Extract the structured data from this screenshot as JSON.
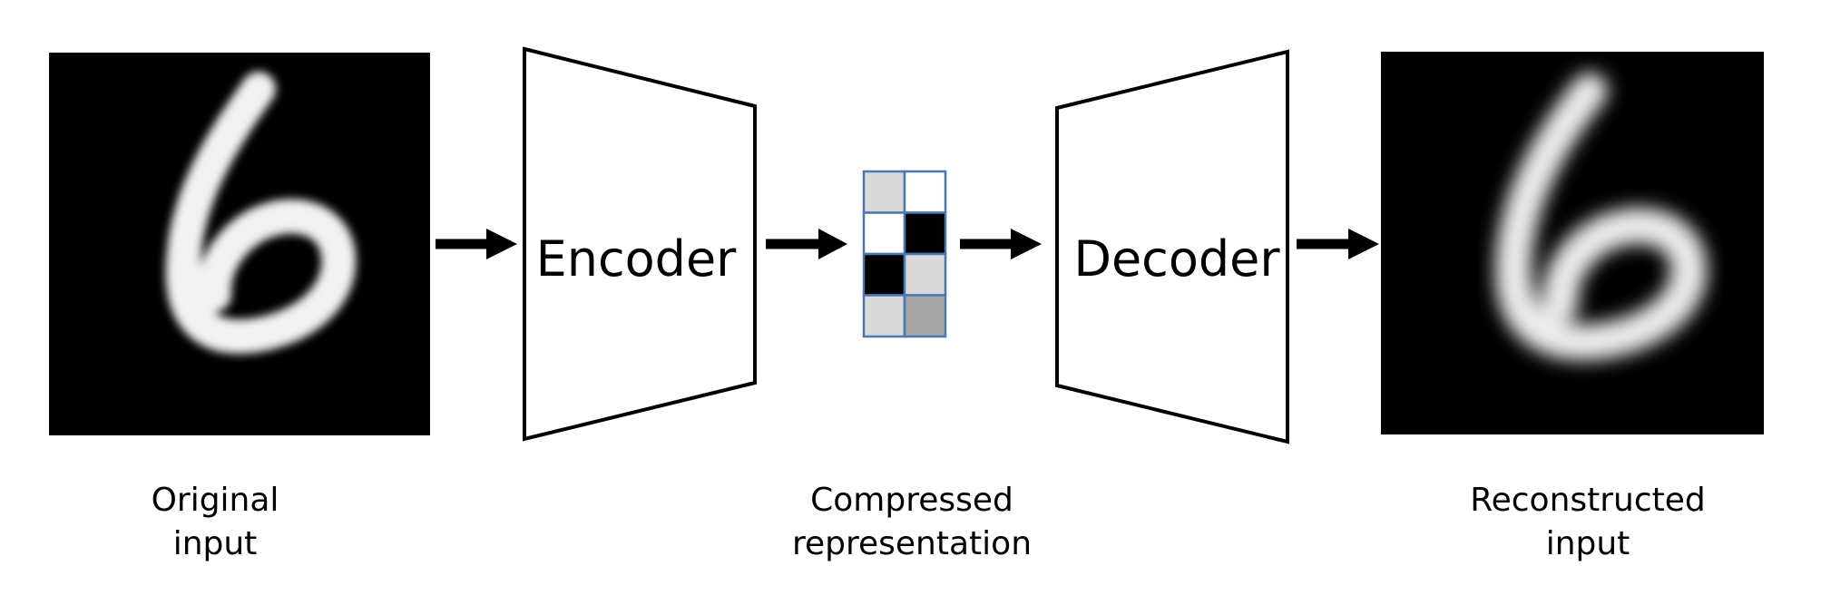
{
  "encoder_label": "Encoder",
  "decoder_label": "Decoder",
  "captions": {
    "original": [
      "Original",
      "input"
    ],
    "compressed": [
      "Compressed",
      "representation"
    ],
    "reconstructed": [
      "Reconstructed",
      "input"
    ]
  },
  "latent_grid": {
    "border_color": "#4a78b0",
    "cells": [
      [
        "#d9d9d9",
        "#ffffff"
      ],
      [
        "#ffffff",
        "#000000"
      ],
      [
        "#000000",
        "#d9d9d9"
      ],
      [
        "#d9d9d9",
        "#a6a6a6"
      ]
    ]
  },
  "digit_shown": "6"
}
